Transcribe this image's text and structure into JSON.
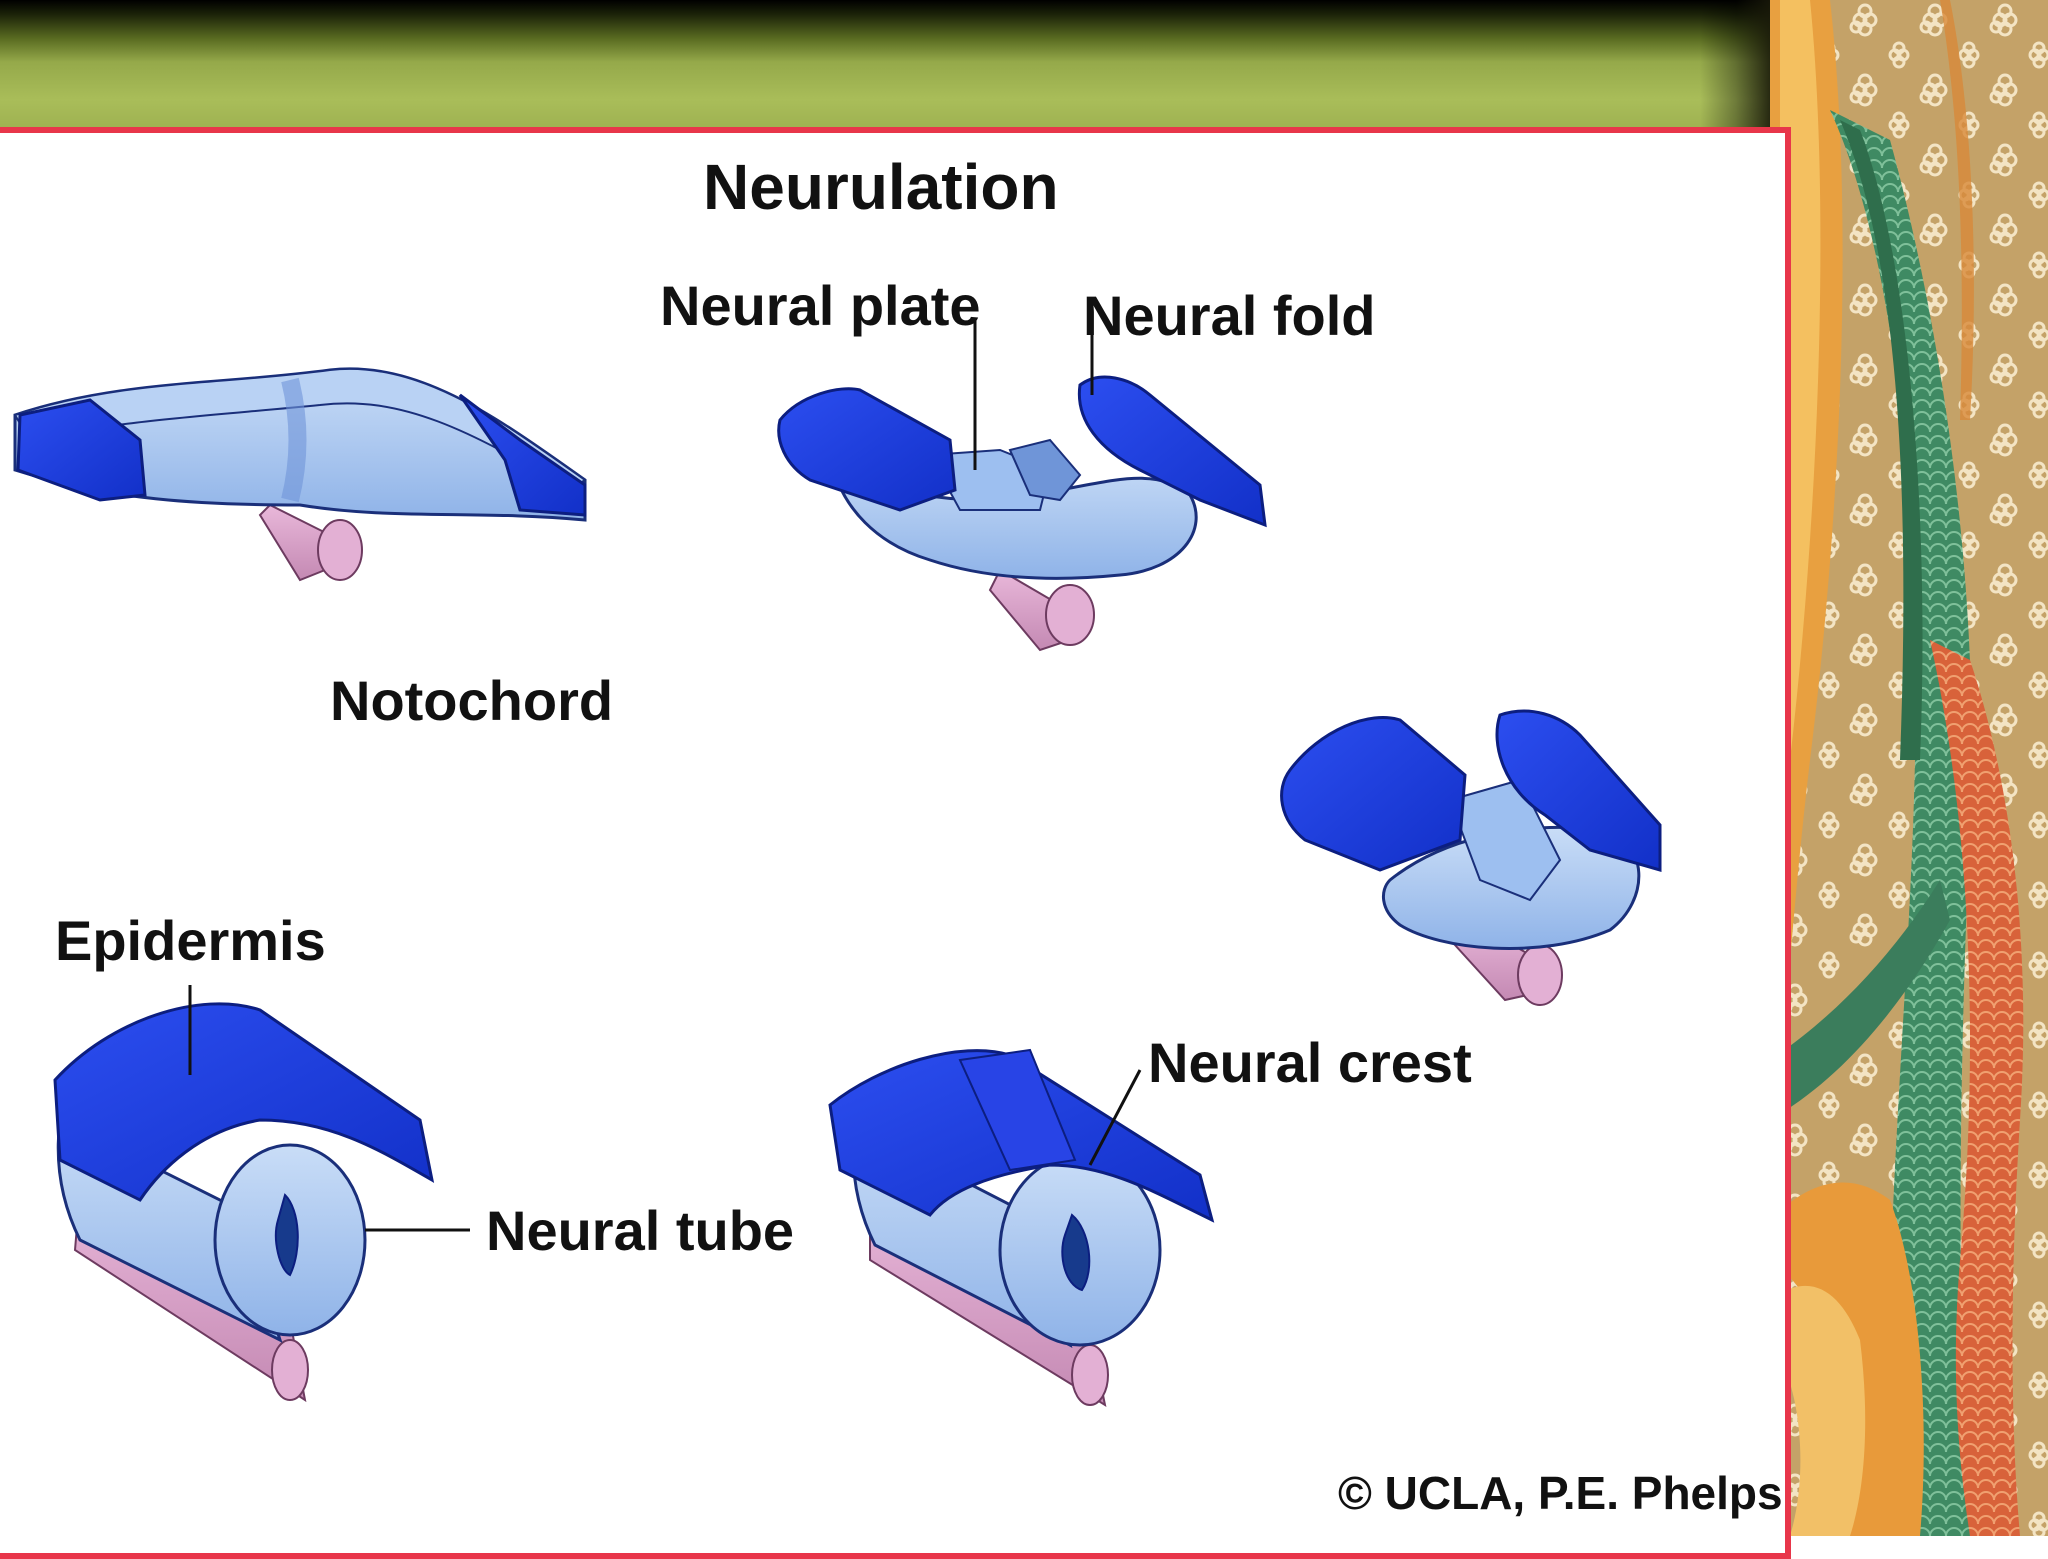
{
  "diagram": {
    "title": "Neurulation",
    "labels": {
      "neural_plate": "Neural plate",
      "neural_fold": "Neural fold",
      "notochord": "Notochord",
      "epidermis": "Epidermis",
      "neural_tube": "Neural tube",
      "neural_crest": "Neural crest"
    },
    "credit": "© UCLA, P.E. Phelps",
    "stages": [
      "flat-neural-plate-stage",
      "neural-fold-stage",
      "neural-groove-stage",
      "neural-crest-stage",
      "neural-tube-stage"
    ]
  },
  "colors": {
    "banner": "#a9bd59",
    "frame_border": "#e8364a",
    "epidermis_blue": "#1f3ee0",
    "mesoderm_light_blue": "#a9c8f0",
    "notochord_pink": "#d9a3c9",
    "deco_tan": "#c7a36a",
    "deco_green": "#3b7d5c",
    "deco_orange": "#e89a3a"
  }
}
